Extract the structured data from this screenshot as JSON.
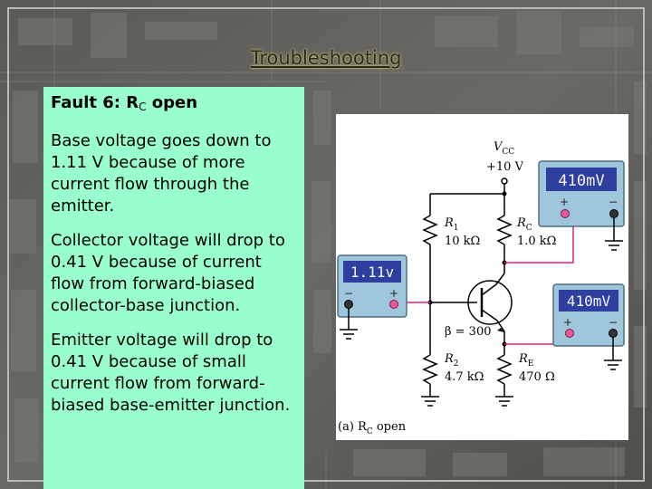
{
  "slide": {
    "title": "Troubleshooting"
  },
  "fault": {
    "heading": "Fault 6: R",
    "heading_sub": "C",
    "heading_tail": " open",
    "paragraphs": [
      "Base voltage goes down to 1.11 V because of more current flow through the emitter.",
      "Collector voltage will drop to 0.41 V because of current flow from forward-biased collector-base junction.",
      "Emitter voltage will drop to 0.41 V because of small current flow from forward-biased base-emitter junction."
    ]
  },
  "circuit": {
    "vcc_label": "V",
    "vcc_sub": "CC",
    "vcc_value": "+10 V",
    "r1_label": "R",
    "r1_sub": "1",
    "r1_value": "10 kΩ",
    "rc_label": "R",
    "rc_sub": "C",
    "rc_value": "1.0 kΩ",
    "beta": "β = 300",
    "r2_label": "R",
    "r2_sub": "2",
    "r2_value": "4.7 kΩ",
    "re_label": "R",
    "re_sub": "E",
    "re_value": "470 Ω",
    "caption_prefix": "(a) R",
    "caption_sub": "C",
    "caption_tail": " open",
    "meter_top": "410mV",
    "meter_left": "1.11v",
    "meter_bottom": "410mV",
    "meter_plus": "+",
    "meter_minus": "−"
  },
  "colors": {
    "text_box": "#99ffcc",
    "meter_body": "#9fc7dc",
    "meter_display": "#2f3f9f",
    "meter_digits": "#f4f4ff",
    "probe_wire": "#e0207a"
  }
}
